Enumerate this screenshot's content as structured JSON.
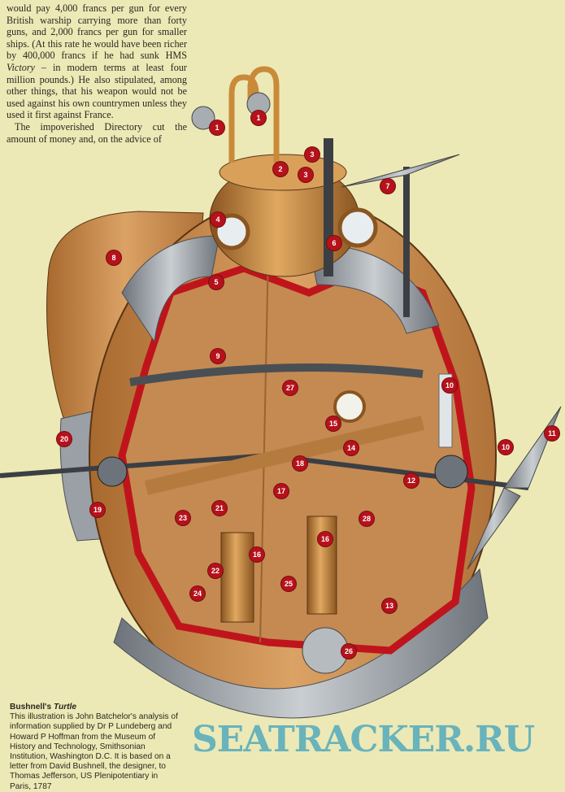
{
  "body_text": {
    "paragraph_1_before": "would pay 4,000 francs per gun for every British warship carrying more than forty guns, and 2,000 francs per gun for smaller ships. (At this rate he would have been richer by 400,000 francs if he had sunk HMS ",
    "paragraph_1_ship": "Victory",
    "paragraph_1_after": " – in modern terms at least four million pounds.) He also stipulated, among other things, that his weapon would not be used against his own countrymen unless they used it first against France.",
    "paragraph_2": "The impoverished Directory cut the amount of money and, on the advice of"
  },
  "caption": {
    "title_name": "Bushnell's ",
    "title_italic": "Turtle",
    "text": "This illustration is John Batchelor's analysis of information supplied by Dr P Lundeberg and Howard P Hoffman from the Museum of History and Technology, Smithsonian Institution, Washington D.C. It is based on a letter from David Bushnell, the designer, to Thomas Jefferson, US Plenipotentiary in Paris, 1787"
  },
  "callouts": [
    "1",
    "1",
    "2",
    "3",
    "3",
    "4",
    "5",
    "6",
    "7",
    "8",
    "9",
    "10",
    "10",
    "11",
    "12",
    "13",
    "14",
    "15",
    "16",
    "16",
    "17",
    "18",
    "19",
    "20",
    "21",
    "22",
    "23",
    "24",
    "25",
    "26",
    "27",
    "28"
  ],
  "watermark": "SEATRACKER.RU",
  "colors": {
    "page": "#ece9b6",
    "wood": "#c8894a",
    "cutaway_red": "#c0141c",
    "copper": "#c98a3a",
    "steel": "#9aa0a6"
  }
}
